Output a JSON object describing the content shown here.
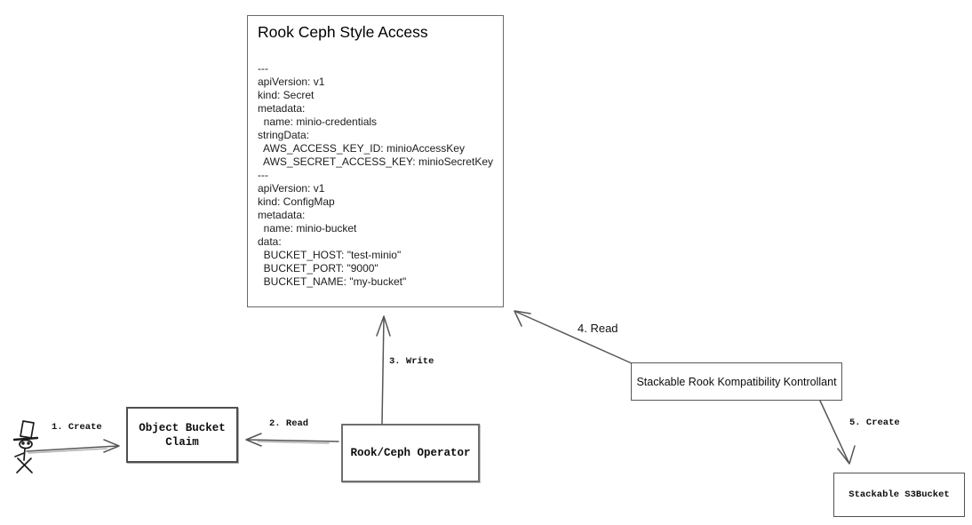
{
  "diagram": {
    "title_box": {
      "title": "Rook Ceph Style Access",
      "yaml_lines": [
        "---",
        "apiVersion: v1",
        "kind: Secret",
        "metadata:",
        "  name: minio-credentials",
        "stringData:",
        "  AWS_ACCESS_KEY_ID: minioAccessKey",
        "  AWS_SECRET_ACCESS_KEY: minioSecretKey",
        "---",
        "apiVersion: v1",
        "kind: ConfigMap",
        "metadata:",
        "  name: minio-bucket",
        "data:",
        "  BUCKET_HOST: \"test-minio\"",
        "  BUCKET_PORT: \"9000\"",
        "  BUCKET_NAME: \"my-bucket\""
      ]
    },
    "nodes": {
      "object_bucket_claim": {
        "line1": "Object Bucket",
        "line2": "Claim"
      },
      "rook_ceph_operator": {
        "label": "Rook/Ceph Operator"
      },
      "stackable_kontrollant": {
        "label": "Stackable Rook Kompatibility Kontrollant"
      },
      "stackable_s3bucket": {
        "label": "Stackable S3Bucket"
      }
    },
    "edges": {
      "e1": {
        "label": "1. Create"
      },
      "e2": {
        "label": "2. Read"
      },
      "e3": {
        "label": "3. Write"
      },
      "e4": {
        "label": "4. Read"
      },
      "e5": {
        "label": "5. Create"
      }
    },
    "icons": {
      "actor": "stick-figure-top-hat"
    },
    "colors": {
      "arrow_stroke": "#565656",
      "box_border": "#4e4e4e",
      "text": "#111111",
      "background": "#ffffff"
    }
  }
}
